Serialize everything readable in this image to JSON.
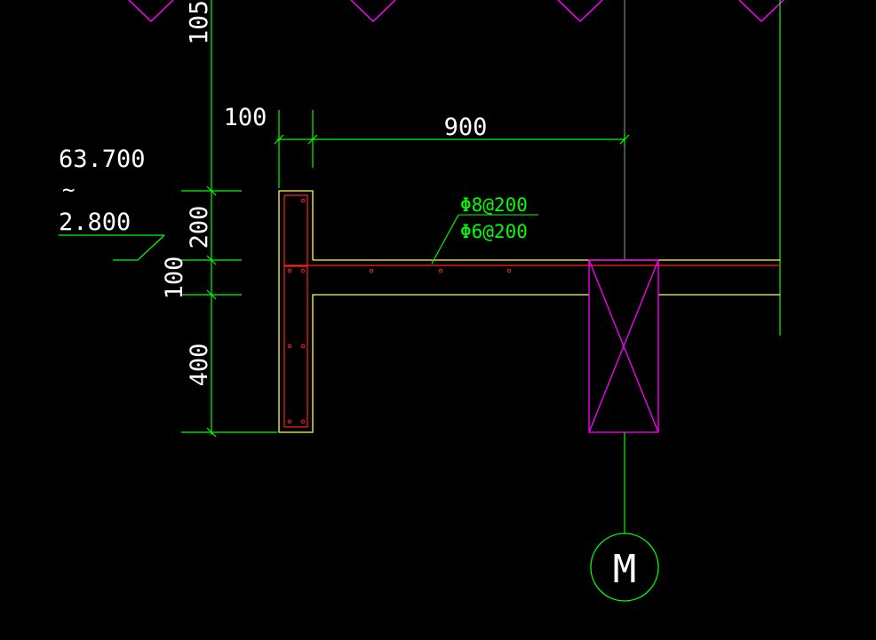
{
  "dimensions": {
    "top_partial": "105",
    "dim_100_top": "100",
    "dim_900": "900",
    "dim_200": "200",
    "dim_100_side": "100",
    "dim_400": "400"
  },
  "elevation": {
    "upper": "63.700",
    "tilde": "~",
    "lower": "2.800"
  },
  "rebar": {
    "top": "Φ8@200",
    "bottom": "Φ6@200"
  },
  "axis": {
    "label": "M"
  },
  "colors": {
    "background": "#000000",
    "dimension": "#00ff00",
    "concrete_outline": "#ffff44",
    "rebar": "#ff2020",
    "column_marker": "#ff00ff",
    "text_white": "#ffffff",
    "axis_line": "#9a9a9a"
  }
}
